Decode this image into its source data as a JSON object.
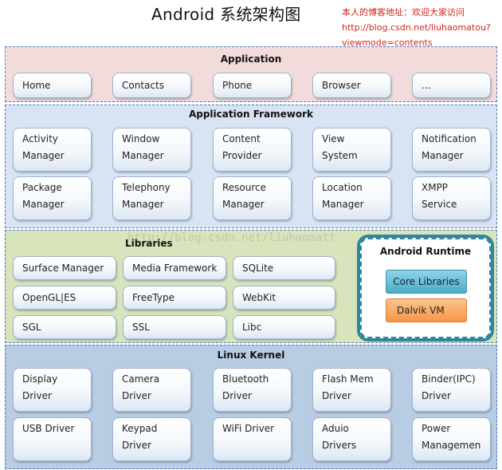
{
  "title": "Android  系统架构图",
  "note": {
    "line1": "本人的博客地址：欢迎大家访问",
    "line2": "http://blog.csdn.net/liuhaomatou?",
    "line3": "viewmode=contents"
  },
  "watermark": "http://blog.csdn.net/liuhaomatt",
  "layers": {
    "application": {
      "title": "Application",
      "items": [
        "Home",
        "Contacts",
        "Phone",
        "Browser",
        "..."
      ]
    },
    "framework": {
      "title": "Application Framework",
      "items": [
        "Activity\nManager",
        "Window\nManager",
        "Content\nProvider",
        "View\nSystem",
        "Notification\nManager",
        "Package\nManager",
        "Telephony\nManager",
        "Resource\nManager",
        "Location\nManager",
        "XMPP\nService"
      ]
    },
    "libraries": {
      "title": "Libraries",
      "items": [
        "Surface Manager",
        "Media Framework",
        "SQLite",
        "OpenGL|ES",
        "FreeType",
        "WebKit",
        "SGL",
        "SSL",
        "Libc"
      ]
    },
    "runtime": {
      "title": "Android Runtime",
      "core": "Core Libraries",
      "dalvik": "Dalvik VM"
    },
    "kernel": {
      "title": "Linux Kernel",
      "items": [
        "Display\nDriver",
        "Camera\nDriver",
        "Bluetooth\nDriver",
        "Flash Mem\nDriver",
        "Binder(IPC)\nDriver",
        "USB Driver",
        "Keypad\nDriver",
        "WiFi Driver",
        "Aduio\nDrivers",
        "Power\nManagemen"
      ]
    }
  }
}
